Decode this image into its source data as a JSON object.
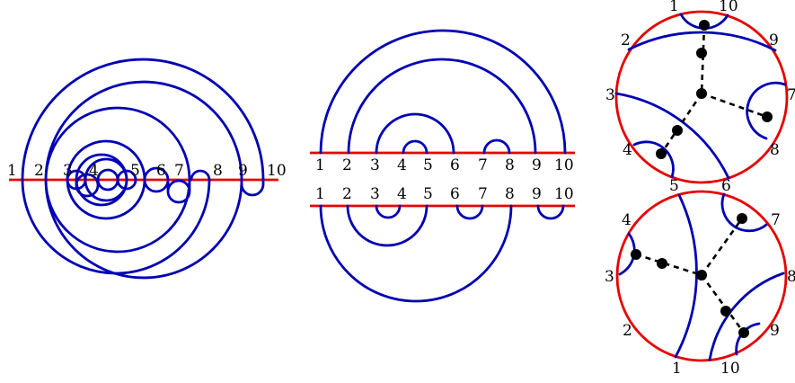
{
  "colors": {
    "curve": "#0000b4",
    "line": "#e60000",
    "tree": "#000000"
  },
  "meander_labels": [
    "1",
    "2",
    "3",
    "4",
    "5",
    "6",
    "7",
    "8",
    "9",
    "10"
  ],
  "split_top_labels": [
    "1",
    "2",
    "3",
    "4",
    "5",
    "6",
    "7",
    "8",
    "9",
    "10"
  ],
  "split_bottom_labels": [
    "1",
    "2",
    "3",
    "4",
    "5",
    "6",
    "7",
    "8",
    "9",
    "10"
  ],
  "disk_top_labels": [
    "1",
    "10",
    "9",
    "7",
    "8",
    "6",
    "5",
    "4",
    "3",
    "2"
  ],
  "disk_bottom_labels": [
    "4",
    "7",
    "8",
    "9",
    "10",
    "1",
    "2",
    "3"
  ]
}
